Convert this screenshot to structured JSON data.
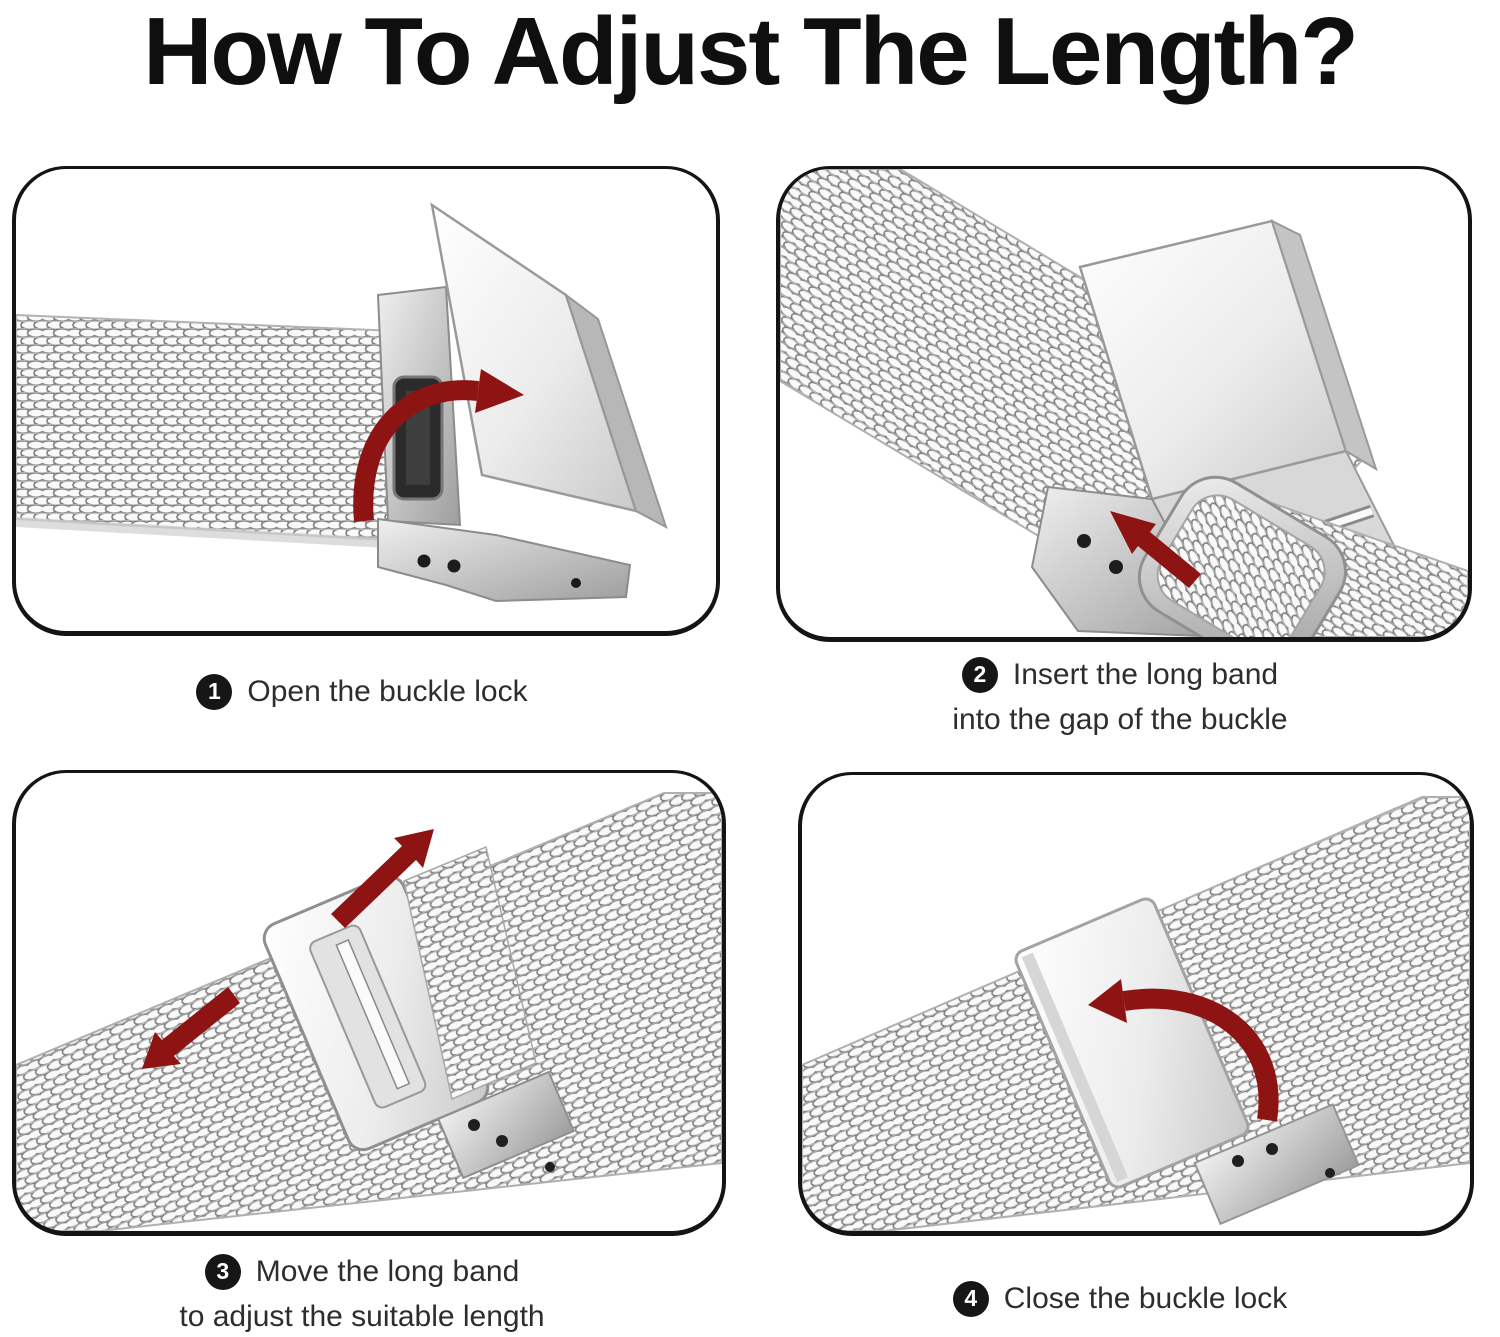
{
  "title": "How To Adjust The Length?",
  "colors": {
    "arrow": "#8e1313",
    "panel_border": "#141414",
    "title": "#0f0f0f",
    "caption": "#2d2d2d",
    "badge_bg": "#161616",
    "badge_fg": "#ffffff"
  },
  "steps": [
    {
      "number": "1",
      "caption_line1": "Open the buckle lock",
      "caption_line2": "",
      "illustration": "mesh-band-with-buckle-lid-flipped-open"
    },
    {
      "number": "2",
      "caption_line1": "Insert the long band",
      "caption_line2": "into the gap of the buckle",
      "illustration": "band-tip-approaching-open-buckle-gap"
    },
    {
      "number": "3",
      "caption_line1": "Move the long band",
      "caption_line2": "to adjust the suitable length",
      "illustration": "band-sliding-through-clasp-both-directions"
    },
    {
      "number": "4",
      "caption_line1": "Close the buckle lock",
      "caption_line2": "",
      "illustration": "closed-buckle-plate-on-mesh-band"
    }
  ]
}
